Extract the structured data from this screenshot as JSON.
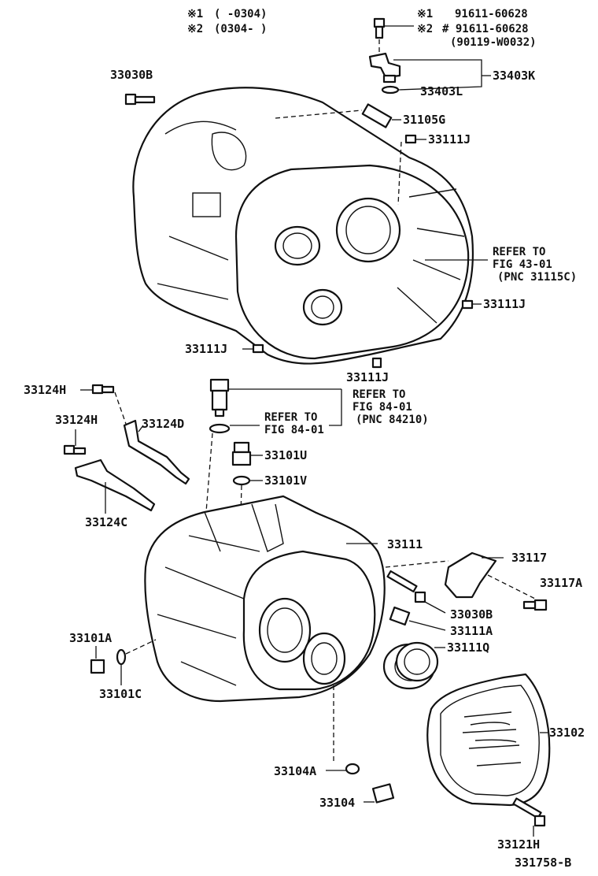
{
  "notes": {
    "n1_mark": "※1",
    "n1_range": "(    -0304)",
    "n2_mark": "※2",
    "n2_range": "(0304-    )",
    "s1_mark": "※1",
    "s1_part": "91611-60628",
    "s2_mark": "※2",
    "s2_part": "# 91611-60628",
    "s2_alt": "(90119-W0032)"
  },
  "labels": {
    "p33030B_top": "33030B",
    "p33403K": "33403K",
    "p33403L": "33403L",
    "p31105G": "31105G",
    "p33111J_a": "33111J",
    "p33111J_b": "33111J",
    "p33111J_c": "33111J",
    "p33111J_d": "33111J",
    "p33124H_a": "33124H",
    "p33124H_b": "33124H",
    "p33124D": "33124D",
    "p33124C": "33124C",
    "p33101U": "33101U",
    "p33101V": "33101V",
    "p33111": "33111",
    "p33117": "33117",
    "p33117A": "33117A",
    "p33030B_bot": "33030B",
    "p33111A": "33111A",
    "p33111Q": "33111Q",
    "p33101A": "33101A",
    "p33101C": "33101C",
    "p33102": "33102",
    "p33104A": "33104A",
    "p33104": "33104",
    "p33121H": "33121H",
    "fig_id": "331758-B"
  },
  "refs": {
    "r1_l1": "REFER TO",
    "r1_l2": "FIG 43-01",
    "r1_l3": "(PNC 31115C)",
    "r2_l1": "REFER TO",
    "r2_l2": "FIG 84-01",
    "r2_l3": "(PNC 84210)",
    "r3_l1": "REFER TO",
    "r3_l2": "FIG 84-01"
  }
}
